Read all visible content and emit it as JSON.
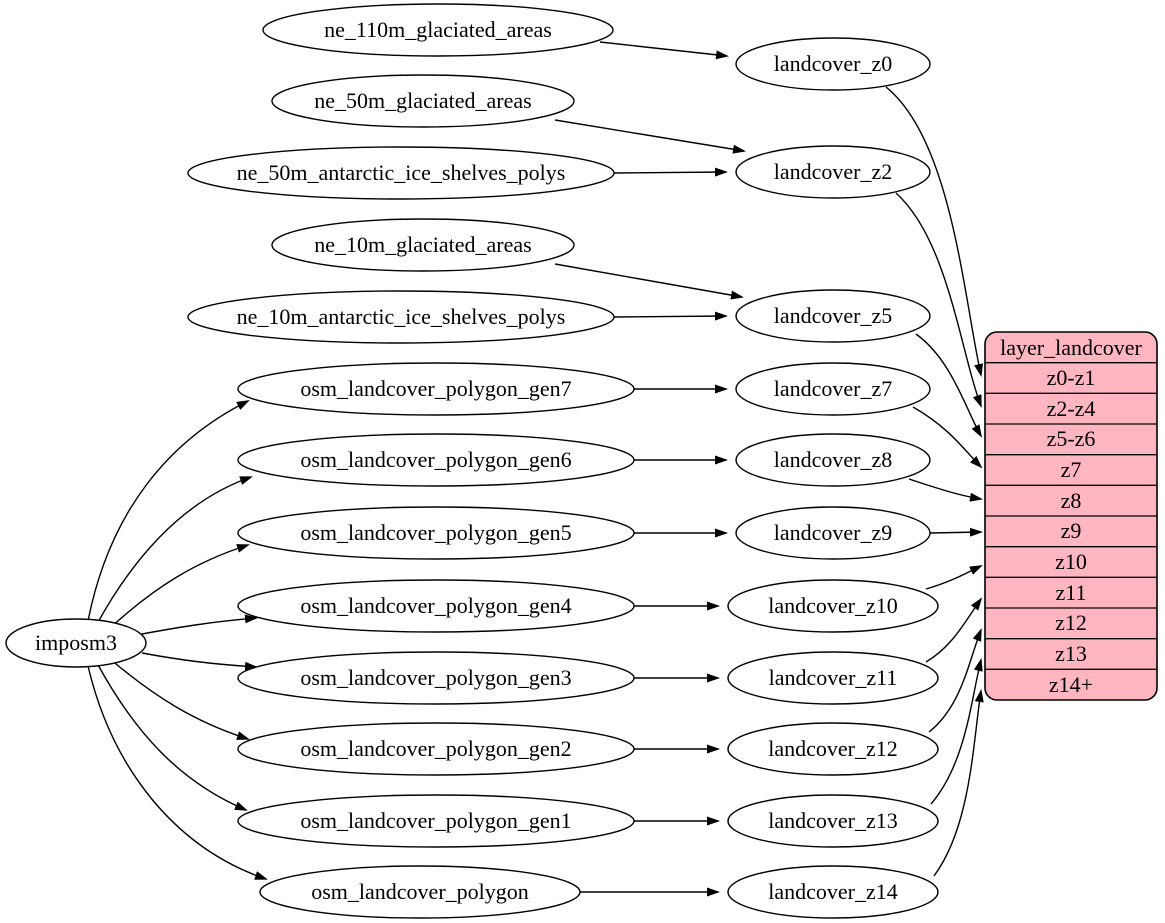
{
  "diagram": {
    "type": "dependency-graph",
    "direction": "left-to-right"
  },
  "colors": {
    "background": "#ffffff",
    "node_fill": "#ffffff",
    "node_stroke": "#000000",
    "edge": "#000000",
    "table_fill": "#ffb6c1",
    "table_stroke": "#000000"
  },
  "nodes": {
    "imposm3": "imposm3",
    "ne_110m_glaciated_areas": "ne_110m_glaciated_areas",
    "ne_50m_glaciated_areas": "ne_50m_glaciated_areas",
    "ne_50m_antarctic_ice_shelves_polys": "ne_50m_antarctic_ice_shelves_polys",
    "ne_10m_glaciated_areas": "ne_10m_glaciated_areas",
    "ne_10m_antarctic_ice_shelves_polys": "ne_10m_antarctic_ice_shelves_polys",
    "osm_landcover_polygon_gen7": "osm_landcover_polygon_gen7",
    "osm_landcover_polygon_gen6": "osm_landcover_polygon_gen6",
    "osm_landcover_polygon_gen5": "osm_landcover_polygon_gen5",
    "osm_landcover_polygon_gen4": "osm_landcover_polygon_gen4",
    "osm_landcover_polygon_gen3": "osm_landcover_polygon_gen3",
    "osm_landcover_polygon_gen2": "osm_landcover_polygon_gen2",
    "osm_landcover_polygon_gen1": "osm_landcover_polygon_gen1",
    "osm_landcover_polygon": "osm_landcover_polygon",
    "landcover_z0": "landcover_z0",
    "landcover_z2": "landcover_z2",
    "landcover_z5": "landcover_z5",
    "landcover_z7": "landcover_z7",
    "landcover_z8": "landcover_z8",
    "landcover_z9": "landcover_z9",
    "landcover_z10": "landcover_z10",
    "landcover_z11": "landcover_z11",
    "landcover_z12": "landcover_z12",
    "landcover_z13": "landcover_z13",
    "landcover_z14": "landcover_z14"
  },
  "table": {
    "title": "layer_landcover",
    "rows": [
      "z0-z1",
      "z2-z4",
      "z5-z6",
      "z7",
      "z8",
      "z9",
      "z10",
      "z11",
      "z12",
      "z13",
      "z14+"
    ],
    "fill_color": "#ffb6c1"
  },
  "edges": [
    {
      "from": "imposm3",
      "to": "osm_landcover_polygon_gen7"
    },
    {
      "from": "imposm3",
      "to": "osm_landcover_polygon_gen6"
    },
    {
      "from": "imposm3",
      "to": "osm_landcover_polygon_gen5"
    },
    {
      "from": "imposm3",
      "to": "osm_landcover_polygon_gen4"
    },
    {
      "from": "imposm3",
      "to": "osm_landcover_polygon_gen3"
    },
    {
      "from": "imposm3",
      "to": "osm_landcover_polygon_gen2"
    },
    {
      "from": "imposm3",
      "to": "osm_landcover_polygon_gen1"
    },
    {
      "from": "imposm3",
      "to": "osm_landcover_polygon"
    },
    {
      "from": "ne_110m_glaciated_areas",
      "to": "landcover_z0"
    },
    {
      "from": "ne_50m_glaciated_areas",
      "to": "landcover_z2"
    },
    {
      "from": "ne_50m_antarctic_ice_shelves_polys",
      "to": "landcover_z2"
    },
    {
      "from": "ne_10m_glaciated_areas",
      "to": "landcover_z5"
    },
    {
      "from": "ne_10m_antarctic_ice_shelves_polys",
      "to": "landcover_z5"
    },
    {
      "from": "osm_landcover_polygon_gen7",
      "to": "landcover_z7"
    },
    {
      "from": "osm_landcover_polygon_gen6",
      "to": "landcover_z8"
    },
    {
      "from": "osm_landcover_polygon_gen5",
      "to": "landcover_z9"
    },
    {
      "from": "osm_landcover_polygon_gen4",
      "to": "landcover_z10"
    },
    {
      "from": "osm_landcover_polygon_gen3",
      "to": "landcover_z11"
    },
    {
      "from": "osm_landcover_polygon_gen2",
      "to": "landcover_z12"
    },
    {
      "from": "osm_landcover_polygon_gen1",
      "to": "landcover_z13"
    },
    {
      "from": "osm_landcover_polygon",
      "to": "landcover_z14"
    },
    {
      "from": "landcover_z0",
      "to": "layer_landcover.z0-z1"
    },
    {
      "from": "landcover_z2",
      "to": "layer_landcover.z2-z4"
    },
    {
      "from": "landcover_z5",
      "to": "layer_landcover.z5-z6"
    },
    {
      "from": "landcover_z7",
      "to": "layer_landcover.z7"
    },
    {
      "from": "landcover_z8",
      "to": "layer_landcover.z8"
    },
    {
      "from": "landcover_z9",
      "to": "layer_landcover.z9"
    },
    {
      "from": "landcover_z10",
      "to": "layer_landcover.z10"
    },
    {
      "from": "landcover_z11",
      "to": "layer_landcover.z11"
    },
    {
      "from": "landcover_z12",
      "to": "layer_landcover.z12"
    },
    {
      "from": "landcover_z13",
      "to": "layer_landcover.z13"
    },
    {
      "from": "landcover_z14",
      "to": "layer_landcover.z14+"
    }
  ]
}
